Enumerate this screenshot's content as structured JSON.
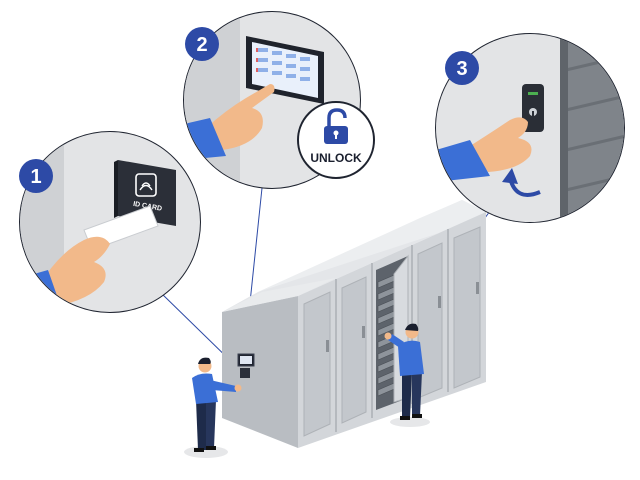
{
  "steps": [
    {
      "number": "1"
    },
    {
      "number": "2"
    },
    {
      "number": "3"
    }
  ],
  "reader": {
    "label": "ID CARD"
  },
  "unlock": {
    "label": "UNLOCK"
  },
  "colors": {
    "accent": "#2d4aa6",
    "shirt": "#3b6fd6",
    "pants": "#1e2b4a",
    "skin": "#f2b98a",
    "cabinet": "#cfd2d6",
    "cabinet_dark": "#9fa4aa",
    "wall": "#8e9297"
  },
  "icons": [
    "id-card-reader-icon",
    "touchscreen-panel-icon",
    "unlock-padlock-icon",
    "rotate-arrow-icon",
    "door-handle-icon"
  ]
}
